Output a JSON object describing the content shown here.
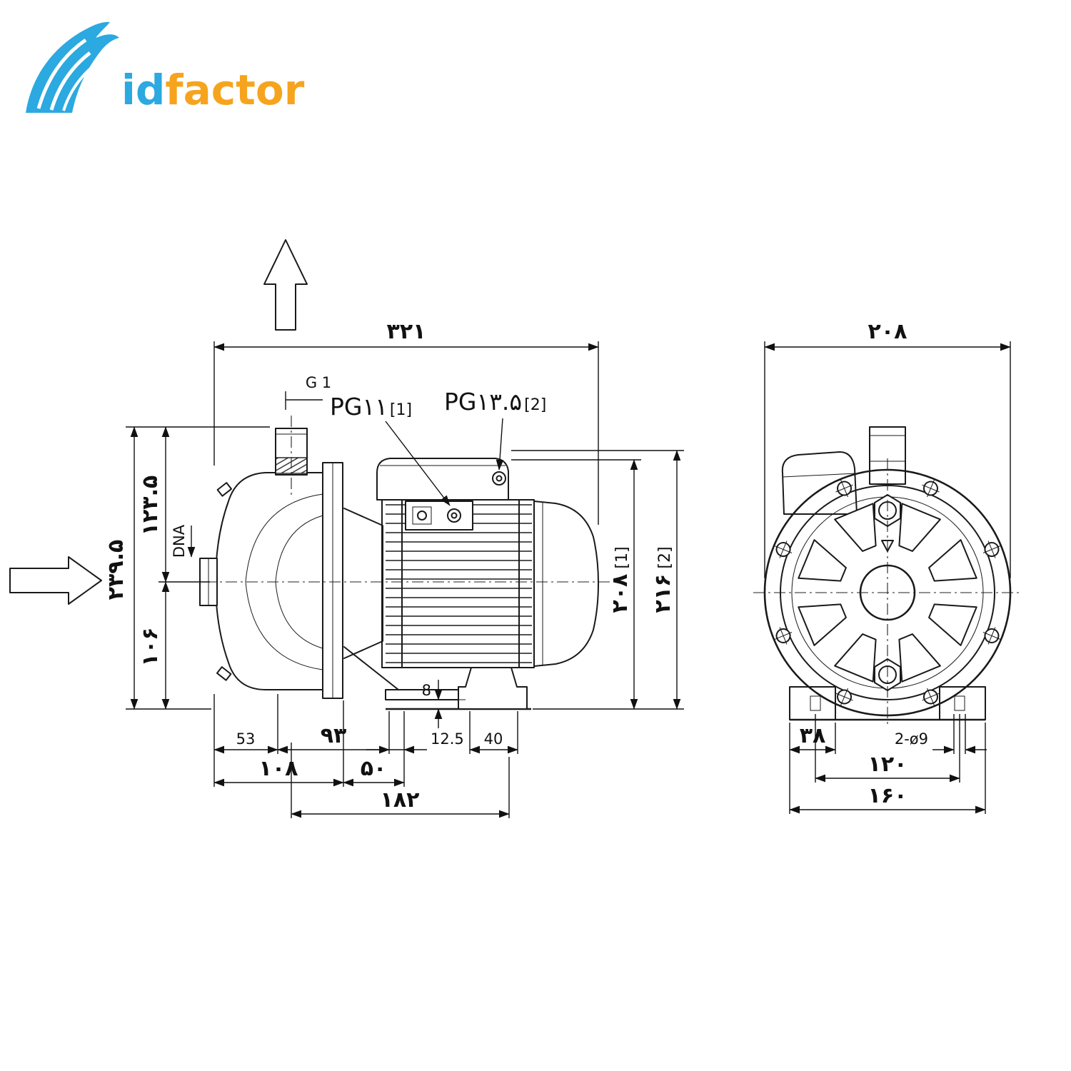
{
  "logo": {
    "text_id": "id",
    "text_factor": "factor",
    "color_blue": "#2BA9E0",
    "color_blue_dark": "#1B7FC4",
    "color_orange": "#F6A41E"
  },
  "side_view": {
    "dim_overall_length": "۳۲۱",
    "dim_total_height": "۲۳۹.۵",
    "dim_center_height": "۱۲۳.۵",
    "dim_shaft_height": "۱۰۶",
    "port_size_label": "G 1",
    "suction_label": "DNA",
    "gland1_label": "PG۱۱",
    "gland1_ref": "[1]",
    "gland2_label": "PG۱۳.۵",
    "gland2_ref": "[2]",
    "dim_height_v1": "۲۰۸",
    "dim_height_v1_ref": "[1]",
    "dim_height_v2": "۲۱۶",
    "dim_height_v2_ref": "[2]",
    "dim_53": "53",
    "dim_93": "۹۳",
    "dim_12_5": "12.5",
    "dim_40": "40",
    "dim_8": "8",
    "dim_108": "۱۰۸",
    "dim_50": "۵۰",
    "dim_182": "۱۸۲"
  },
  "front_view": {
    "dim_overall_width": "۲۰۸",
    "dim_foot_width": "۳۸",
    "dim_holes": "2-ø9",
    "dim_hole_spacing": "۱۲۰",
    "dim_base_width": "۱۶۰"
  }
}
